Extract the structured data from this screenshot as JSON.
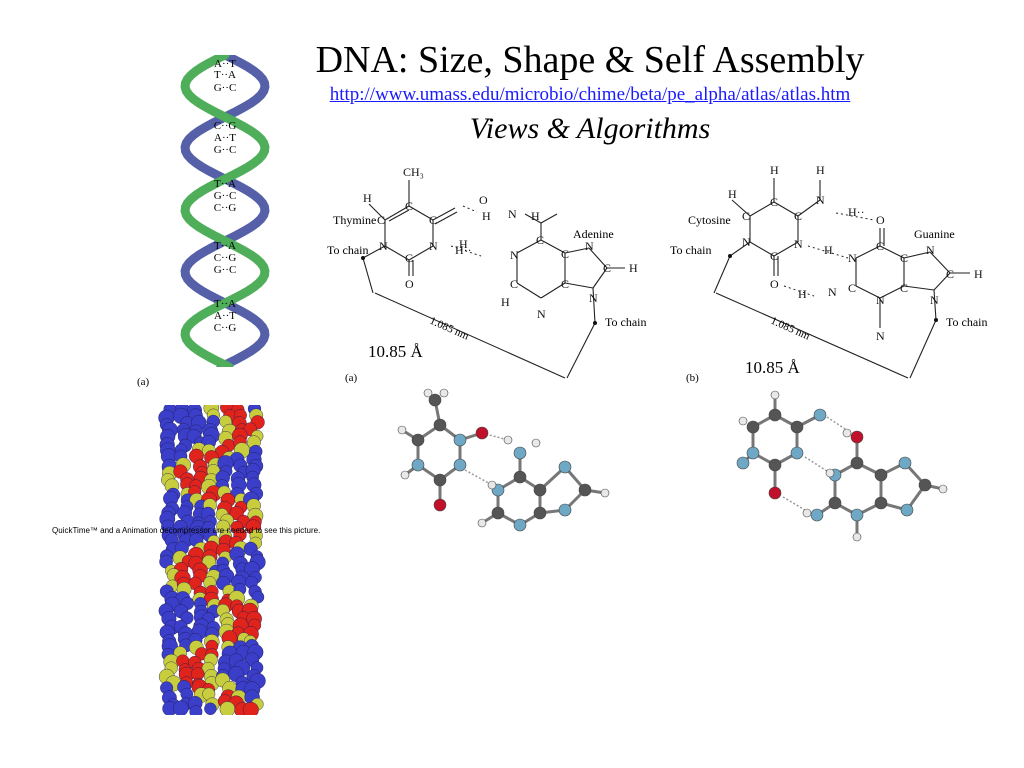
{
  "slide": {
    "title": "DNA: Size, Shape & Self Assembly",
    "link": "http://www.umass.edu/microbio/chime/beta/pe_alpha/atlas/atlas.htm",
    "subtitle": "Views & Algorithms"
  },
  "helix": {
    "pairs": [
      "A··T",
      "T··A",
      "G··C",
      "C··G",
      "A··T",
      "G··C",
      "T··A",
      "G··C",
      "C··G",
      "T··A",
      "C··G",
      "G··C",
      "T··A",
      "A··T",
      "C··G"
    ],
    "panel_label": "(a)"
  },
  "thymine_adenine": {
    "ch3": "CH₃",
    "thymine_label": "Thymine",
    "adenine_label": "Adenine",
    "to_chain_left": "To chain",
    "to_chain_right": "To chain",
    "distance_nm": "1.085 nm",
    "distance_angstrom": "10.85 Å",
    "panel_label": "(a)"
  },
  "cytosine_guanine": {
    "cytosine_label": "Cytosine",
    "guanine_label": "Guanine",
    "to_chain_left": "To chain",
    "to_chain_right": "To chain",
    "distance_nm": "1.085 nm",
    "distance_angstrom": "10.85 Å",
    "panel_label": "(b)"
  },
  "quicktime_notice": "QuickTime™ and a Animation decompressor are needed to see this picture.",
  "colors": {
    "link": "#1a1aff",
    "helix_blue": "#5560a8",
    "helix_green": "#4fae5a",
    "carbon": "#555555",
    "nitrogen": "#6ea8c4",
    "oxygen": "#c0102a",
    "hydrogen": "#e8e8e8",
    "model_blue": "#3b3ec8",
    "model_red": "#e0241c",
    "model_yellow": "#c7cd3c"
  }
}
